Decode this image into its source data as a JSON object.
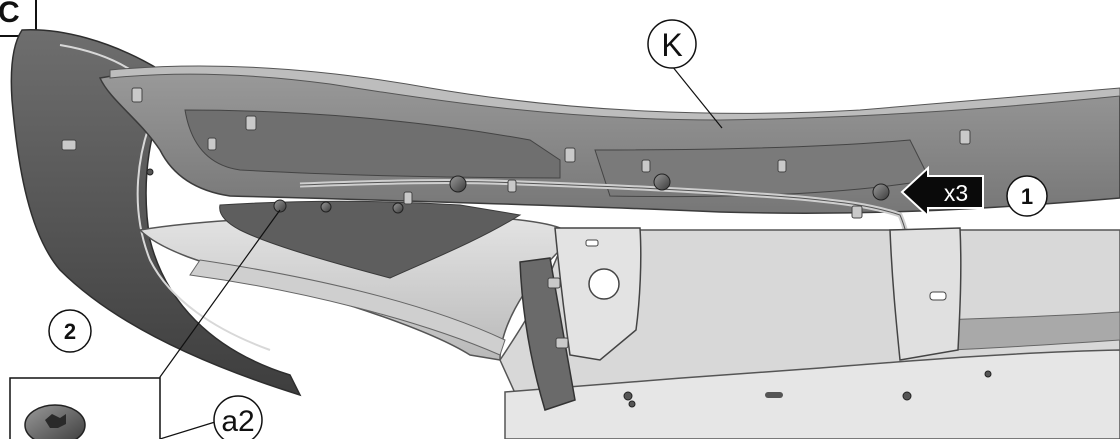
{
  "step": {
    "label": "C"
  },
  "callouts": {
    "part_k": "K",
    "part_a2": "a2",
    "step_1": "1",
    "step_2": "2",
    "quantity": "x3"
  },
  "colors": {
    "bumper_dark": "#5b5b5b",
    "bumper_mid": "#8e8e8e",
    "bumper_light": "#cdcdcd",
    "bracket": "#d9d9d9",
    "ink": "#111111",
    "arrow": "#0a0a0a"
  }
}
